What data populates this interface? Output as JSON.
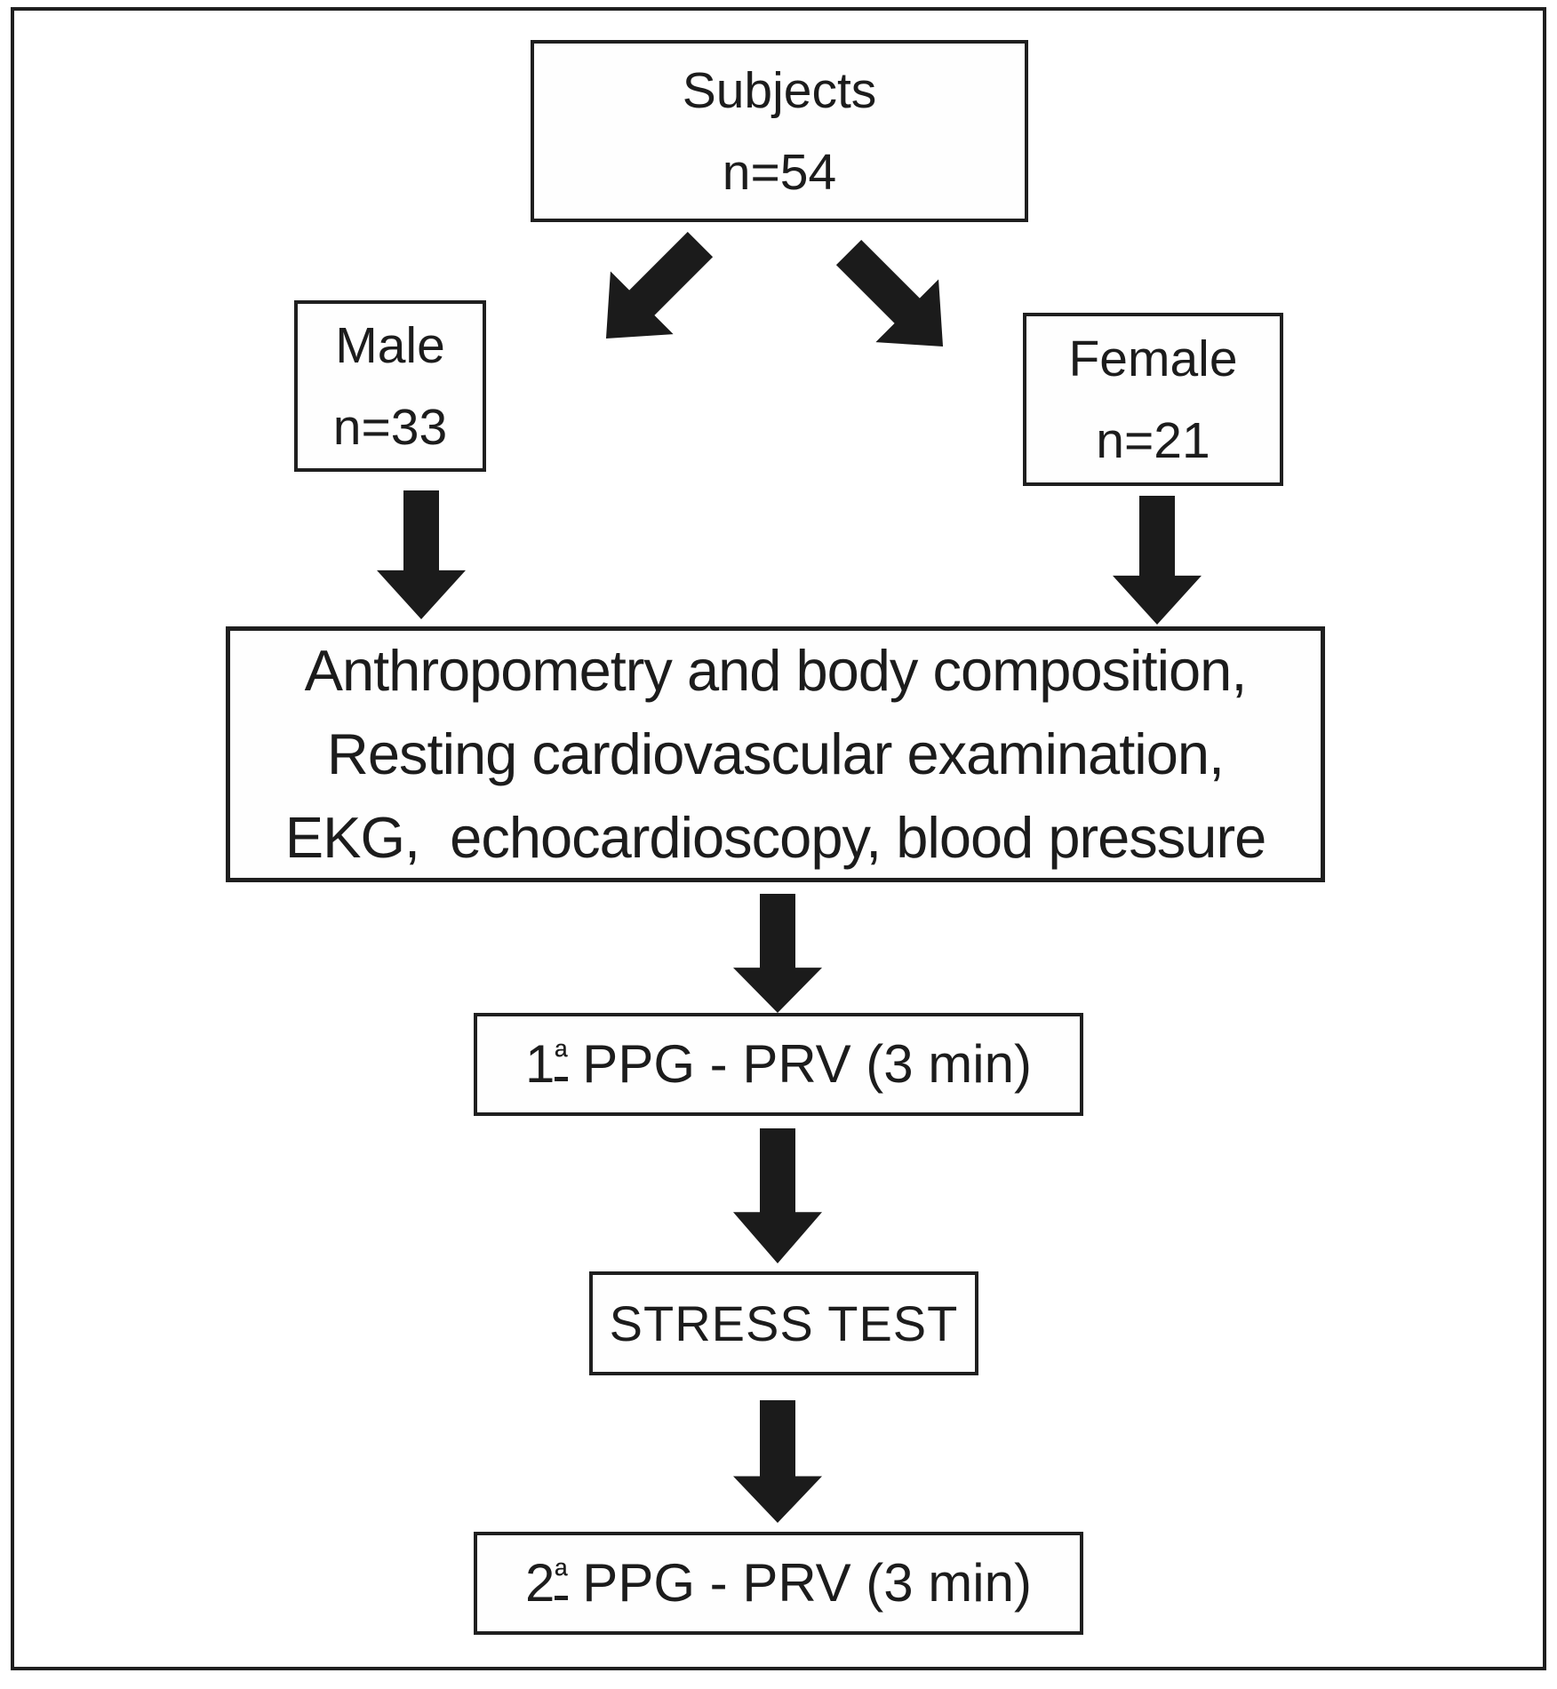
{
  "diagram_type": "flowchart",
  "colors": {
    "ink": "#1b1b1b",
    "border": "#1f1f1f",
    "background": "#ffffff"
  },
  "nodes": {
    "subjects": {
      "line1": "Subjects",
      "line2": "n=54"
    },
    "male": {
      "line1": "Male",
      "line2": "n=33"
    },
    "female": {
      "line1": "Female",
      "line2": "n=21"
    },
    "assessment": {
      "line1": "Anthropometry and body composition,",
      "line2": "Resting cardiovascular examination,",
      "line3": "EKG,  echocardioscopy, blood pressure"
    },
    "ppg1": {
      "num": "1",
      "ord": "ª",
      "rest": " PPG - PRV (3 min)"
    },
    "stress": {
      "label": "STRESS TEST"
    },
    "ppg2": {
      "num": "2",
      "ord": "ª",
      "rest": " PPG - PRV (3 min)"
    }
  },
  "edges": [
    {
      "from": "subjects",
      "to": "male",
      "style": "block-arrow",
      "direction": "down-left"
    },
    {
      "from": "subjects",
      "to": "female",
      "style": "block-arrow",
      "direction": "down-right"
    },
    {
      "from": "male",
      "to": "assessment",
      "style": "block-arrow",
      "direction": "down"
    },
    {
      "from": "female",
      "to": "assessment",
      "style": "block-arrow",
      "direction": "down"
    },
    {
      "from": "assessment",
      "to": "ppg1",
      "style": "block-arrow",
      "direction": "down"
    },
    {
      "from": "ppg1",
      "to": "stress",
      "style": "block-arrow",
      "direction": "down"
    },
    {
      "from": "stress",
      "to": "ppg2",
      "style": "block-arrow",
      "direction": "down"
    }
  ]
}
